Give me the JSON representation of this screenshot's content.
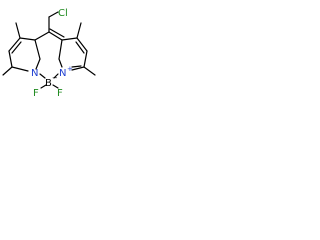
{
  "molecule": {
    "atoms": {
      "cl": "Cl",
      "n_left": "N",
      "n_right": "N",
      "b": "B",
      "f_left": "F",
      "f_right": "F",
      "charge_minus": "−",
      "charge_plus": "+"
    },
    "colors": {
      "bond": "#000000",
      "chlorine": "#1f8a1f",
      "nitrogen": "#1f3fd1",
      "boron": "#000000",
      "fluorine": "#1f8a1f"
    }
  }
}
